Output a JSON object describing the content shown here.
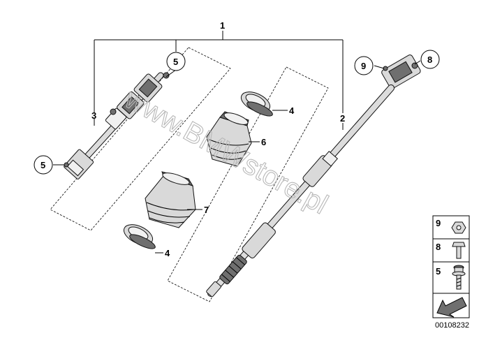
{
  "callouts": {
    "assembly": "1",
    "lower_shaft": "2",
    "upper_shaft": "3",
    "sleeve_upper": "4",
    "sleeve_lower": "4",
    "screw_upper": "5",
    "screw_lower": "5",
    "boot_upper": "6",
    "boot_lower": "7",
    "hex_bolt": "8",
    "nut": "9"
  },
  "watermark": "www.BMWstore.pl",
  "legend": {
    "items": [
      {
        "number": "9",
        "icon": "hex-nut-icon"
      },
      {
        "number": "8",
        "icon": "hex-bolt-icon"
      },
      {
        "number": "5",
        "icon": "torx-screw-icon"
      }
    ],
    "arrow_icon": "navigation-arrow-icon"
  },
  "diagram_id": "00108232",
  "colors": {
    "part_fill": "#d9d9d9",
    "part_dark": "#6f6f6f",
    "outline": "#111111",
    "watermark": "#b8b8b8"
  }
}
